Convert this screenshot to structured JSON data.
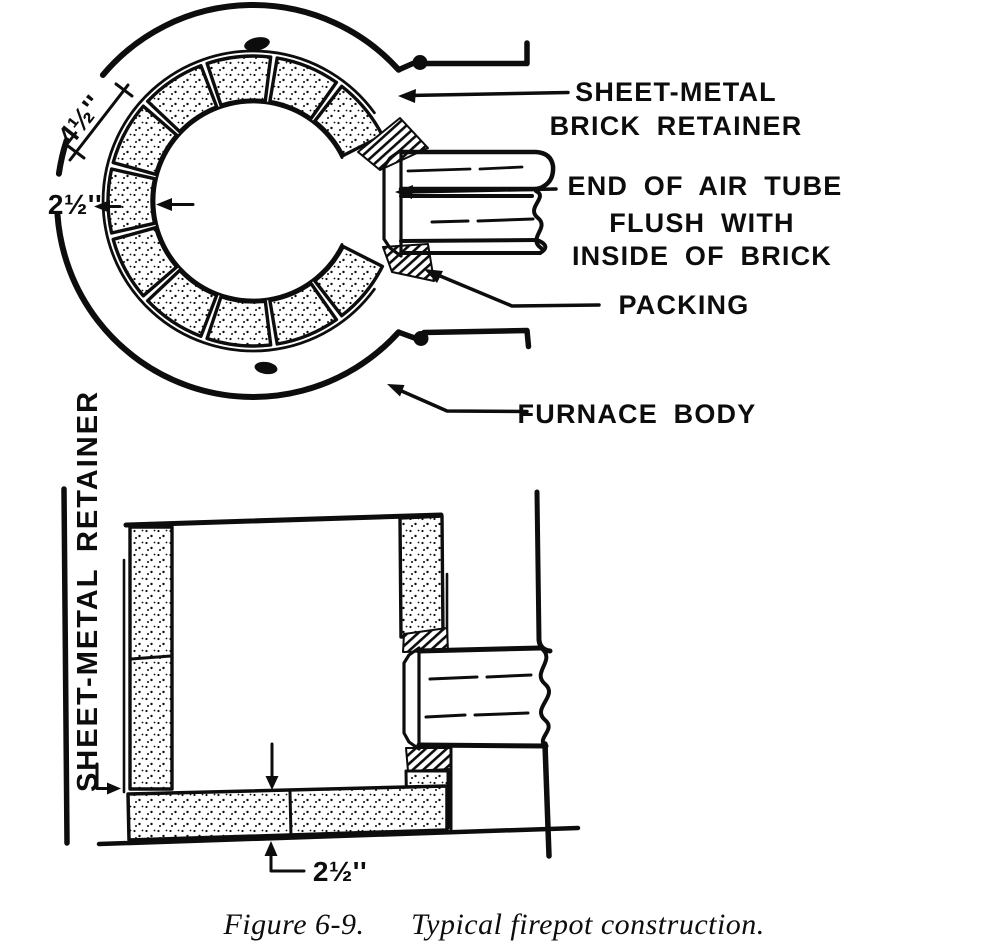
{
  "colors": {
    "ink": "#0d0d0d",
    "paper": "#ffffff"
  },
  "top_view": {
    "dim_brick_width": "4½''",
    "dim_brick_thickness": "2½''",
    "label_retainer_line1": "SHEET-METAL",
    "label_retainer_line2": "BRICK RETAINER",
    "label_airtube_line1": "END OF AIR TUBE",
    "label_airtube_line2": "FLUSH WITH",
    "label_airtube_line3": "INSIDE OF BRICK",
    "label_packing": "PACKING",
    "label_furnace_body": "FURNACE BODY"
  },
  "side_view": {
    "label_retainer": "SHEET-METAL RETAINER",
    "dim_bottom_thickness": "2½''"
  },
  "caption": {
    "label": "Figure 6-9.",
    "text": "Typical firepot construction."
  }
}
